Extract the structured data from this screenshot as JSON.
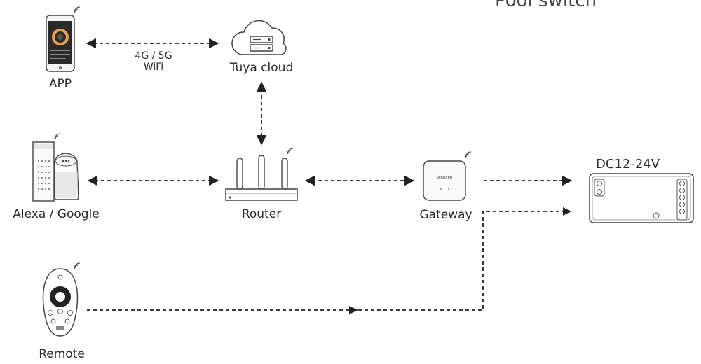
{
  "header": {
    "partial_title": "Pool switch"
  },
  "nodes": {
    "app": {
      "label": "APP",
      "icon": "smartphone-icon"
    },
    "cloud": {
      "label": "Tuya cloud",
      "icon": "cloud-server-icon"
    },
    "alexa": {
      "label": "Alexa / Google",
      "icon": "smart-speaker-icon"
    },
    "router": {
      "label": "Router",
      "icon": "router-icon"
    },
    "gateway": {
      "label": "Gateway",
      "icon": "gateway-icon",
      "brand": "MiBOXER"
    },
    "controller": {
      "label": "DC12-24V",
      "icon": "controller-icon"
    },
    "remote": {
      "label": "Remote",
      "icon": "remote-control-icon"
    }
  },
  "links": {
    "app_cloud": {
      "line1": "4G / 5G",
      "line2": "WiFi"
    }
  },
  "colors": {
    "stroke": "#2a2a2a",
    "background": "#ffffff"
  }
}
